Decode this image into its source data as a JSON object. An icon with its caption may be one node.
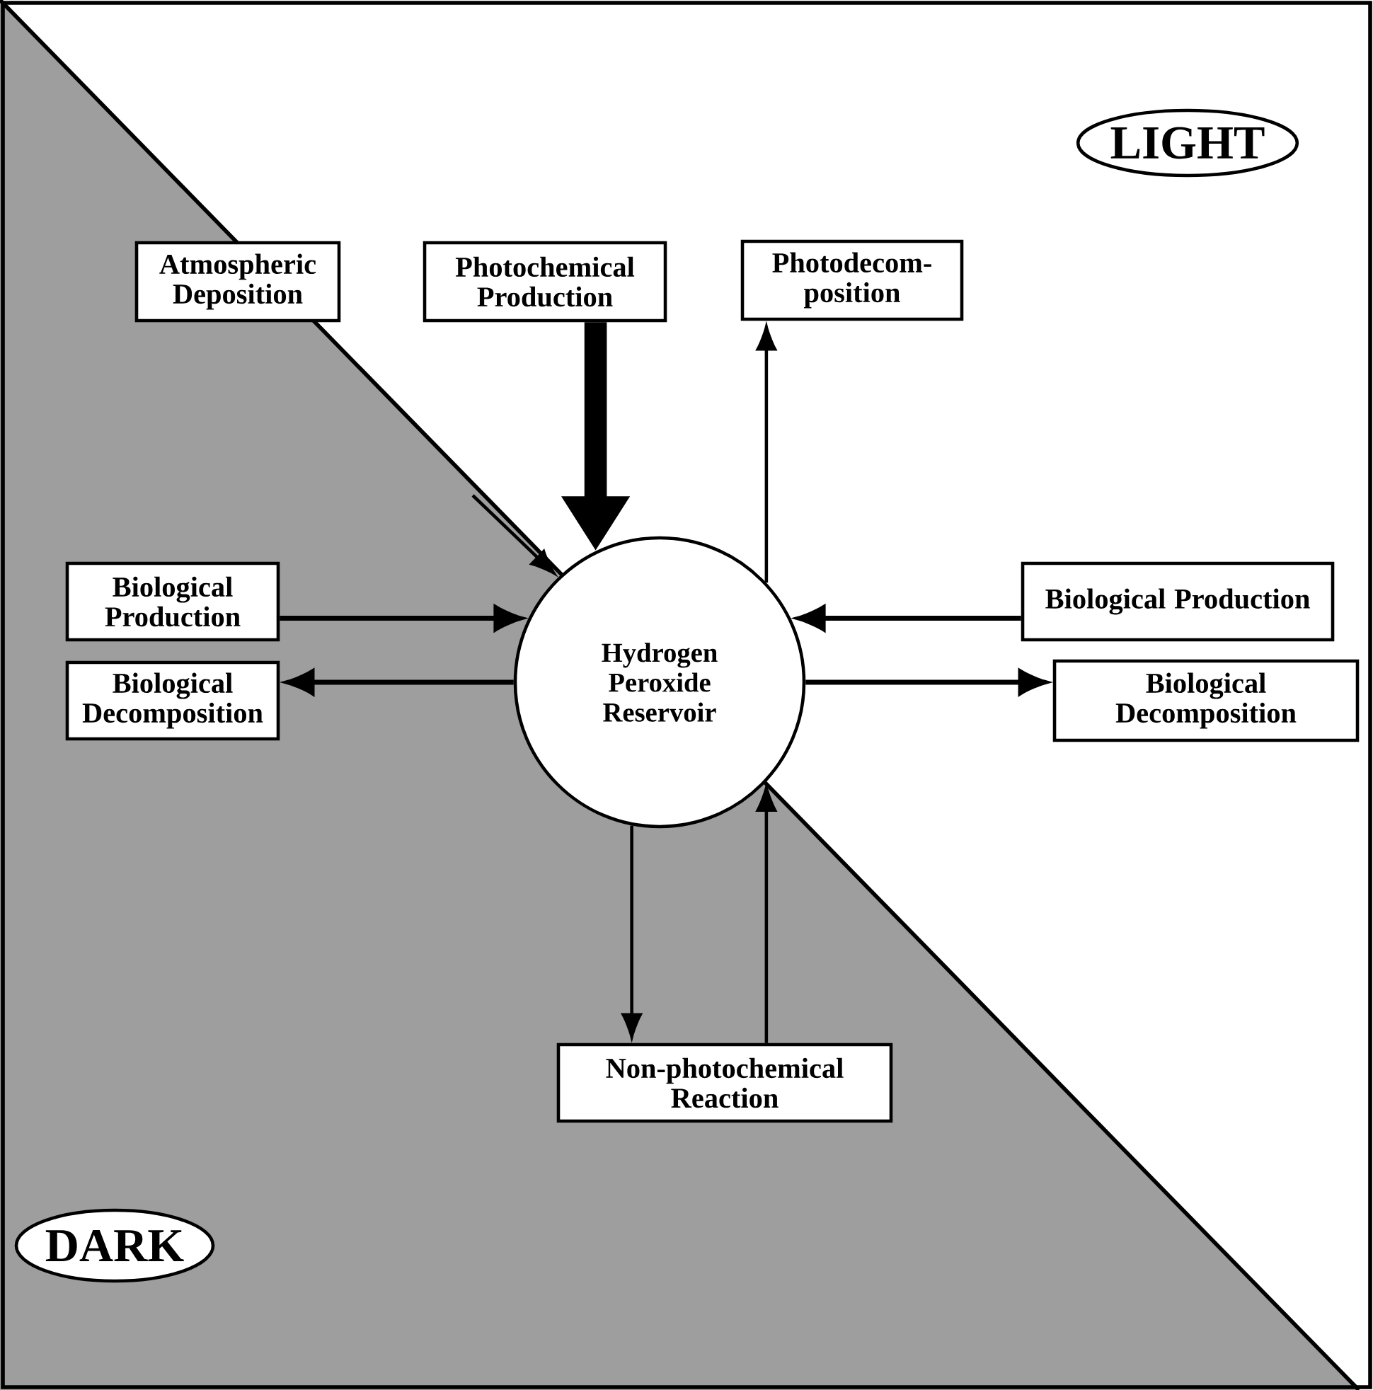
{
  "diagram": {
    "nodes": [
      {
        "text": [
          "LIGHT"
        ]
      },
      {
        "text": [
          "Atmospheric Deposition"
        ]
      },
      {
        "text": [
          "Photochemical Production"
        ]
      },
      {
        "text": [
          "Photodecom- position"
        ]
      },
      {
        "text": [
          "Biological Production"
        ]
      },
      {
        "text": [
          "Hydrogen Peroxide Reservoir"
        ]
      },
      {
        "text": [
          "Biological Production"
        ]
      },
      {
        "text": [
          "Biological Decomposition"
        ]
      },
      {
        "text": [
          "Biological Decomposition"
        ]
      },
      {
        "text": [
          "Non-photochemical Reaction"
        ]
      },
      {
        "text": [
          "DARK"
        ]
      }
    ],
    "edges": [
      {
        "from": null,
        "to": 5,
        "arrow": "to"
      },
      {
        "from": 2,
        "to": 5,
        "arrow": "to",
        "style": "thick"
      },
      {
        "from": 5,
        "to": 3,
        "arrow": "to"
      },
      {
        "from": 4,
        "to": 5,
        "arrow": "to"
      },
      {
        "from": 6,
        "to": 5,
        "arrow": "to"
      },
      {
        "from": 5,
        "to": 7,
        "arrow": "to"
      },
      {
        "from": 5,
        "to": 8,
        "arrow": "to"
      },
      {
        "from": 5,
        "to": 9,
        "arrow": "to"
      },
      {
        "from": 9,
        "to": 5,
        "arrow": "to"
      }
    ]
  }
}
